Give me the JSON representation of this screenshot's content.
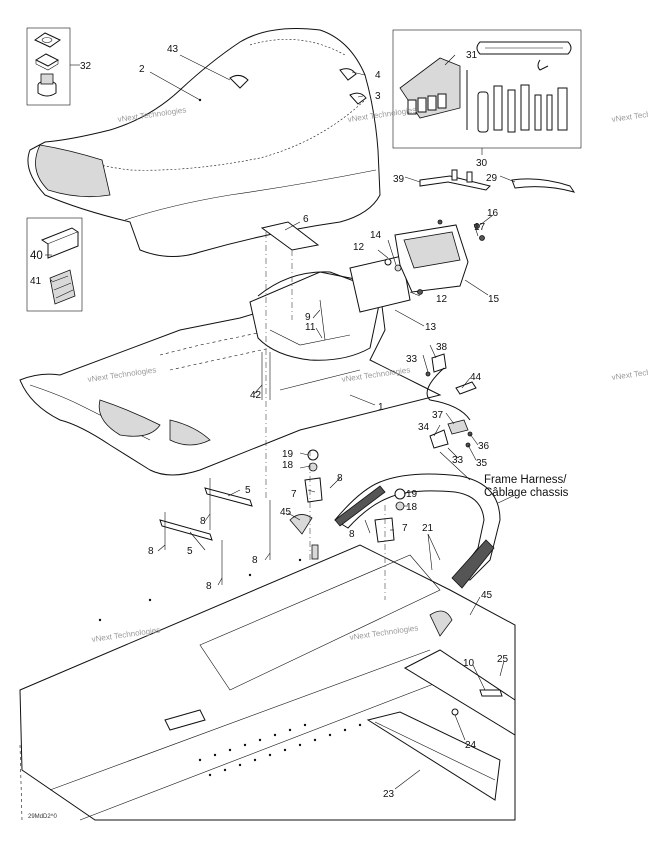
{
  "callouts": {
    "c1": "1",
    "c2": "2",
    "c3": "3",
    "c4": "4",
    "c5a": "5",
    "c5b": "5",
    "c6": "6",
    "c7a": "7",
    "c7b": "7",
    "c8a": "8",
    "c8b": "8",
    "c8c": "8",
    "c8d": "8",
    "c8e": "8",
    "c8f": "8",
    "c9": "9",
    "c10": "10",
    "c11": "11",
    "c12a": "12",
    "c12b": "12",
    "c13": "13",
    "c14": "14",
    "c15": "15",
    "c16": "16",
    "c17": "17",
    "c18a": "18",
    "c18b": "18",
    "c19a": "19",
    "c19b": "19",
    "c21": "21",
    "c23": "23",
    "c24": "24",
    "c25": "25",
    "c29": "29",
    "c30": "30",
    "c31": "31",
    "c32": "32",
    "c33a": "33",
    "c33b": "33",
    "c34": "34",
    "c35": "35",
    "c36": "36",
    "c37": "37",
    "c38": "38",
    "c39": "39",
    "c40": "40",
    "c41": "41",
    "c42": "42",
    "c43": "43",
    "c44": "44",
    "c45a": "45",
    "c45b": "45"
  },
  "harness_label": {
    "line1": "Frame Harness/",
    "line2": "Câblage chassis"
  },
  "watermark": "vNext Technologies",
  "drawing_code": "29MdD2^0"
}
